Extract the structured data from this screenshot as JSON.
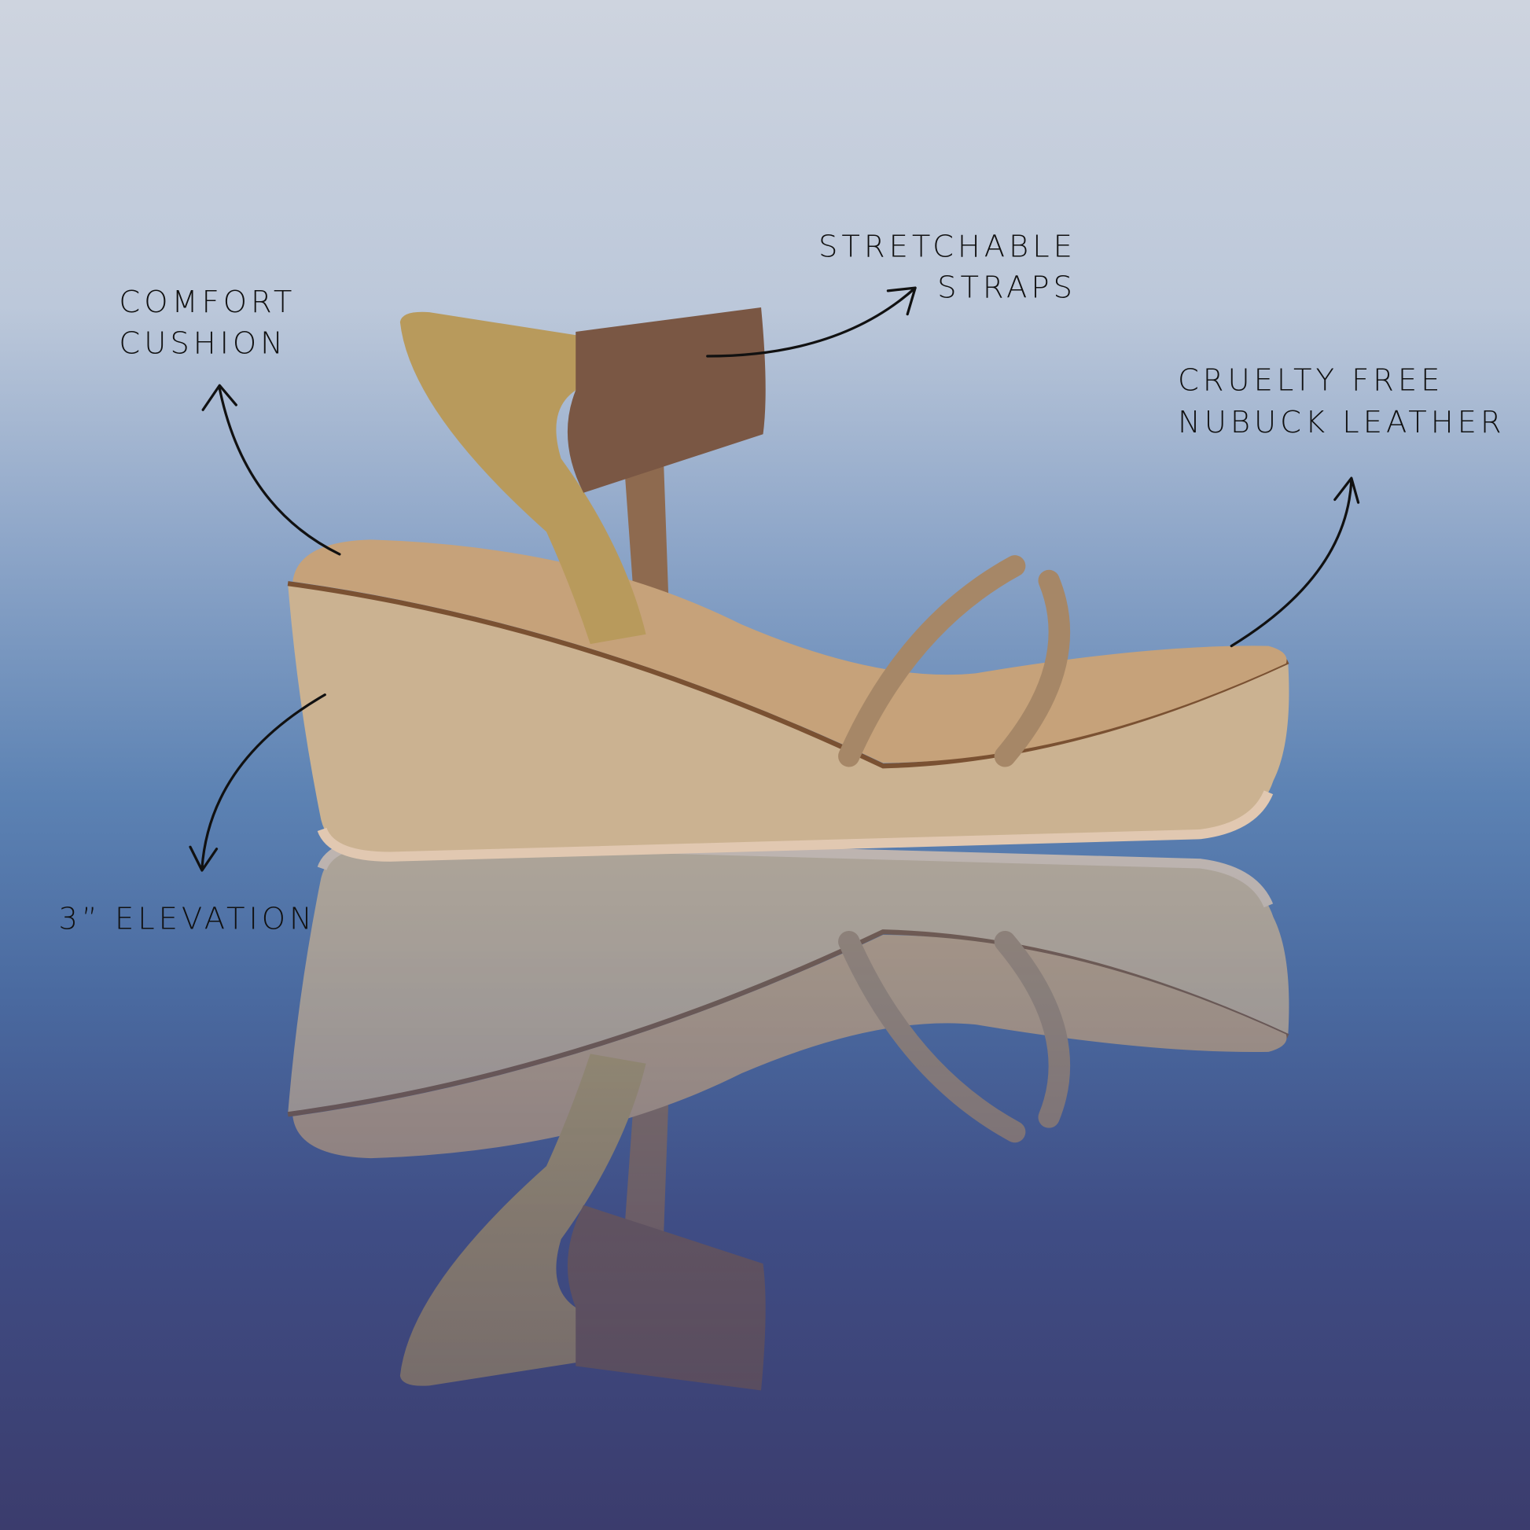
{
  "annotations": {
    "comfort": {
      "line1": "COMFORT",
      "line2": "CUSHION"
    },
    "straps": {
      "line1": "STRETCHABLE",
      "line2": "STRAPS"
    },
    "leather": {
      "line1": "CRUELTY FREE",
      "line2": "NUBUCK LEATHER"
    },
    "elevation": {
      "line1": "3” ELEVATION"
    }
  },
  "colors": {
    "wedge": "#cbb291",
    "footbed": "#c6a27a",
    "gold_strap": "#b89a5c",
    "elastic": "#7a5744",
    "rhinestone": "#a68767"
  }
}
